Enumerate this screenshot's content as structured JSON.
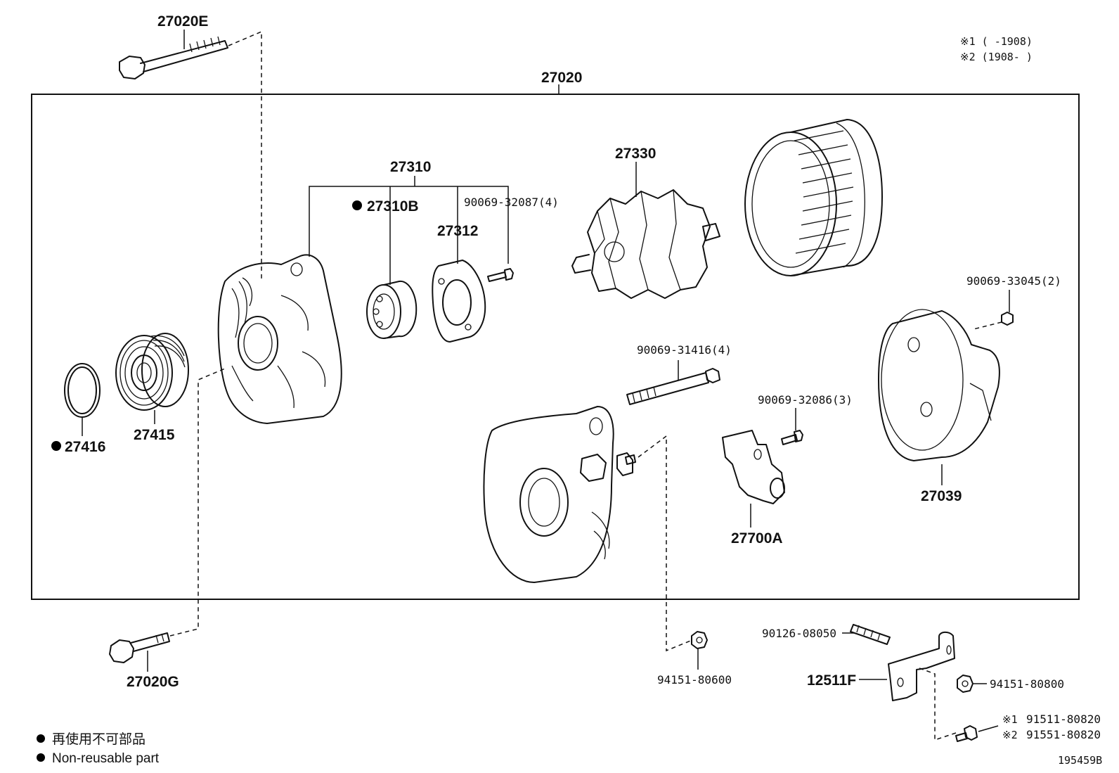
{
  "notes": {
    "n1": "※1 (    -1908)",
    "n2": "※2 (1908-    )"
  },
  "parts": {
    "assembly": "27020",
    "bolt_top": "27020E",
    "bolt_bottom": "27020G",
    "frame_drive_end": "27310",
    "bearing": "27310B",
    "retainer": "27312",
    "retainer_screw": "90069-32087(4)",
    "rotor": "27330",
    "end_cover": "27039",
    "cover_nut": "90069-33045(2)",
    "through_bolt": "90069-31416(4)",
    "brush_screw": "90069-32086(3)",
    "brush_holder": "27700A",
    "snap_ring": "27416",
    "pulley": "27415",
    "terminal_nut": "94151-80600",
    "stud": "90126-08050",
    "bracket": "12511F",
    "bracket_nut": "94151-80800",
    "bolt_n1_mark": "※1",
    "bolt_n1": "91511-80820",
    "bolt_n2_mark": "※2",
    "bolt_n2": "91551-80820"
  },
  "legend": {
    "ja": "再使用不可部品",
    "en": "Non-reusable part"
  },
  "figure_id": "195459B"
}
